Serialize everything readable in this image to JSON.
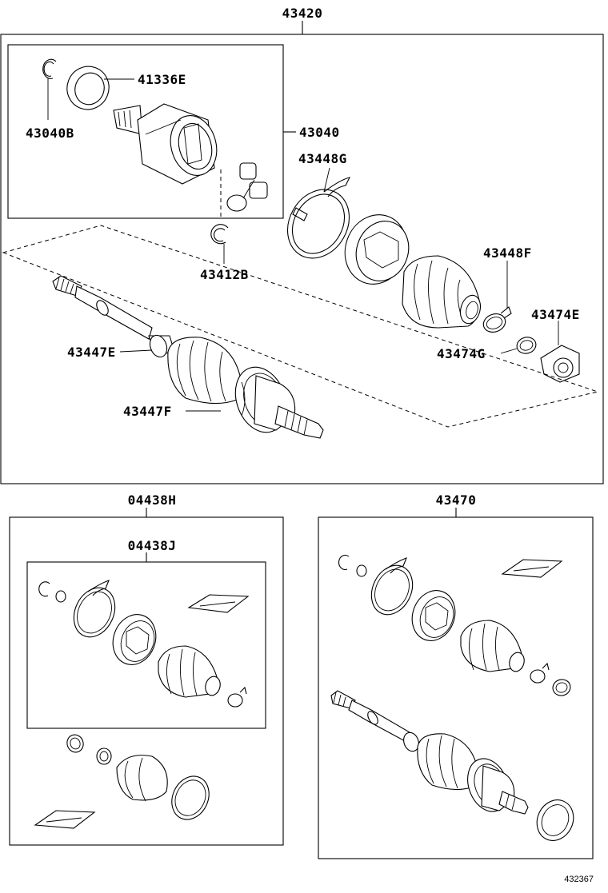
{
  "labels": {
    "p43420": "43420",
    "p41336E": "41336E",
    "p43040B": "43040B",
    "p43040": "43040",
    "p43448G": "43448G",
    "p43412B": "43412B",
    "p43448F": "43448F",
    "p43474E": "43474E",
    "p43447E": "43447E",
    "p43474G": "43474G",
    "p43447F": "43447F",
    "p04438H": "04438H",
    "p04438J": "04438J",
    "p43470": "43470"
  },
  "caption": "432367"
}
